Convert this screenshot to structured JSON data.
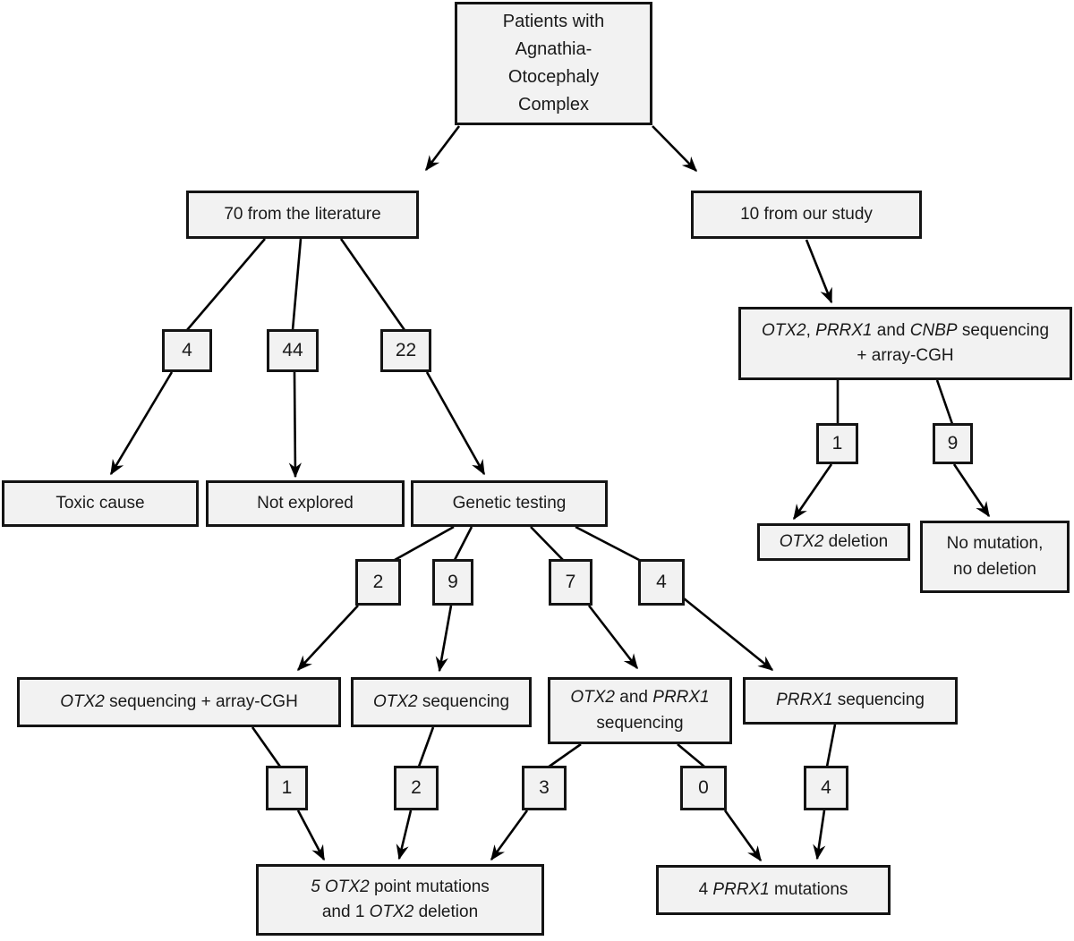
{
  "diagram": {
    "kind": "flowchart",
    "topic": "Patients with Agnathia-Otocephaly Complex: genetic exploration flow"
  },
  "colors": {
    "background": "#ffffff",
    "box_fill": "#f2f2f2",
    "box_border": "#141414",
    "line": "#000000"
  },
  "nodes": {
    "patients_root": {
      "segments": [
        {
          "t": "Patients with"
        },
        {
          "br": true
        },
        {
          "t": "Agnathia-"
        },
        {
          "br": true
        },
        {
          "t": "Otocephaly"
        },
        {
          "br": true
        },
        {
          "t": "Complex"
        }
      ]
    },
    "literature_70": {
      "label": "70 from the literature"
    },
    "our_study_10": {
      "label": "10 from our study"
    },
    "count_lit_toxic": {
      "label": "4"
    },
    "count_lit_notexplored": {
      "label": "44"
    },
    "count_lit_genetic": {
      "label": "22"
    },
    "seq_panel": {
      "segments": [
        {
          "t": "OTX2",
          "i": true
        },
        {
          "t": ", "
        },
        {
          "t": "PRRX1",
          "i": true
        },
        {
          "t": " and "
        },
        {
          "t": "CNBP",
          "i": true
        },
        {
          "t": " sequencing"
        },
        {
          "br": true
        },
        {
          "t": "+ array-CGH"
        }
      ]
    },
    "count_study_otx2del": {
      "label": "1"
    },
    "count_study_nomut": {
      "label": "9"
    },
    "toxic_cause": {
      "label": "Toxic cause"
    },
    "not_explored": {
      "label": "Not explored"
    },
    "genetic_testing": {
      "label": "Genetic testing"
    },
    "otx2_deletion": {
      "segments": [
        {
          "t": "OTX2",
          "i": true
        },
        {
          "t": " deletion"
        }
      ]
    },
    "no_mutation": {
      "segments": [
        {
          "t": "No mutation,"
        },
        {
          "br": true
        },
        {
          "t": "no deletion"
        }
      ]
    },
    "count_gt_otx2arr": {
      "label": "2"
    },
    "count_gt_otx2seq": {
      "label": "9"
    },
    "count_gt_otx2prrx1": {
      "label": "7"
    },
    "count_gt_prrx1": {
      "label": "4"
    },
    "otx2_seq_array": {
      "segments": [
        {
          "t": "OTX2",
          "i": true
        },
        {
          "t": " sequencing + array-CGH"
        }
      ]
    },
    "otx2_seq": {
      "segments": [
        {
          "t": "OTX2",
          "i": true
        },
        {
          "t": " sequencing"
        }
      ]
    },
    "otx2_prrx1_seq": {
      "segments": [
        {
          "t": "OTX2",
          "i": true
        },
        {
          "t": " and "
        },
        {
          "t": "PRRX1",
          "i": true
        },
        {
          "br": true
        },
        {
          "t": "sequencing"
        }
      ]
    },
    "prrx1_seq": {
      "segments": [
        {
          "t": "PRRX1",
          "i": true
        },
        {
          "t": " sequencing"
        }
      ]
    },
    "count_res_otx2arr": {
      "label": "1"
    },
    "count_res_otx2seq": {
      "label": "2"
    },
    "count_res_otx2prrx1_left": {
      "label": "3"
    },
    "count_res_otx2prrx1_right": {
      "label": "0"
    },
    "count_res_prrx1": {
      "label": "4"
    },
    "otx2_result": {
      "segments": [
        {
          "t": "5 OTX2",
          "i": true
        },
        {
          "t": " point mutations"
        },
        {
          "br": true
        },
        {
          "t": "and 1 "
        },
        {
          "t": "OTX2",
          "i": true
        },
        {
          "t": " deletion"
        }
      ]
    },
    "prrx1_result": {
      "segments": [
        {
          "t": "4 "
        },
        {
          "t": "PRRX1",
          "i": true
        },
        {
          "t": " mutations"
        }
      ]
    }
  },
  "edges": [
    {
      "from": "patients-root",
      "to": "literature-70"
    },
    {
      "from": "patients-root",
      "to": "our-study-10"
    },
    {
      "from": "literature-70",
      "to": "toxic-cause",
      "count": "4"
    },
    {
      "from": "literature-70",
      "to": "not-explored",
      "count": "44"
    },
    {
      "from": "literature-70",
      "to": "genetic-testing",
      "count": "22"
    },
    {
      "from": "our-study-10",
      "to": "otx2-prrx1-cnbp-sequencing"
    },
    {
      "from": "otx2-prrx1-cnbp-sequencing",
      "to": "otx2-deletion",
      "count": "1"
    },
    {
      "from": "otx2-prrx1-cnbp-sequencing",
      "to": "no-mutation-no-deletion",
      "count": "9"
    },
    {
      "from": "genetic-testing",
      "to": "otx2-sequencing-array-cgh",
      "count": "2"
    },
    {
      "from": "genetic-testing",
      "to": "otx2-sequencing",
      "count": "9"
    },
    {
      "from": "genetic-testing",
      "to": "otx2-and-prrx1-sequencing",
      "count": "7"
    },
    {
      "from": "genetic-testing",
      "to": "prrx1-sequencing",
      "count": "4"
    },
    {
      "from": "otx2-sequencing-array-cgh",
      "to": "otx2-mutations-result",
      "count": "1"
    },
    {
      "from": "otx2-sequencing",
      "to": "otx2-mutations-result",
      "count": "2"
    },
    {
      "from": "otx2-and-prrx1-sequencing",
      "to": "otx2-mutations-result",
      "count": "3"
    },
    {
      "from": "otx2-and-prrx1-sequencing",
      "to": "prrx1-mutations-result",
      "count": "0"
    },
    {
      "from": "prrx1-sequencing",
      "to": "prrx1-mutations-result",
      "count": "4"
    }
  ]
}
